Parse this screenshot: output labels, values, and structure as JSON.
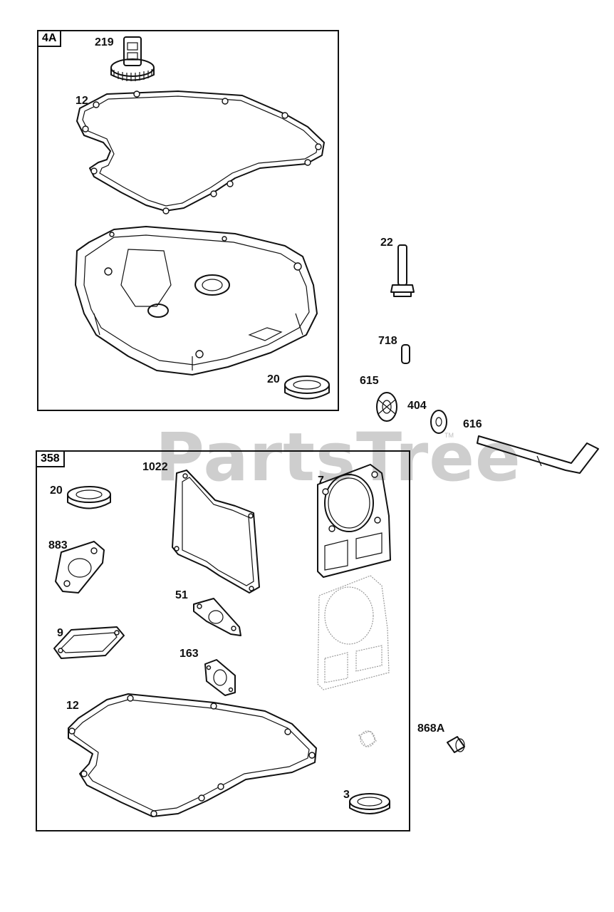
{
  "panels": {
    "a": {
      "tag": "4A"
    },
    "b": {
      "tag": "358"
    }
  },
  "callouts": {
    "c219": "219",
    "c12a": "12",
    "c20a": "20",
    "c22": "22",
    "c718": "718",
    "c615": "615",
    "c404": "404",
    "c616": "616",
    "c1022": "1022",
    "c7": "7",
    "c20b": "20",
    "c883": "883",
    "c51": "51",
    "c9": "9",
    "c163": "163",
    "c12b": "12",
    "c868a": "868A",
    "c3": "3"
  },
  "watermark": {
    "text": "PartsTree",
    "tm": "TM"
  }
}
